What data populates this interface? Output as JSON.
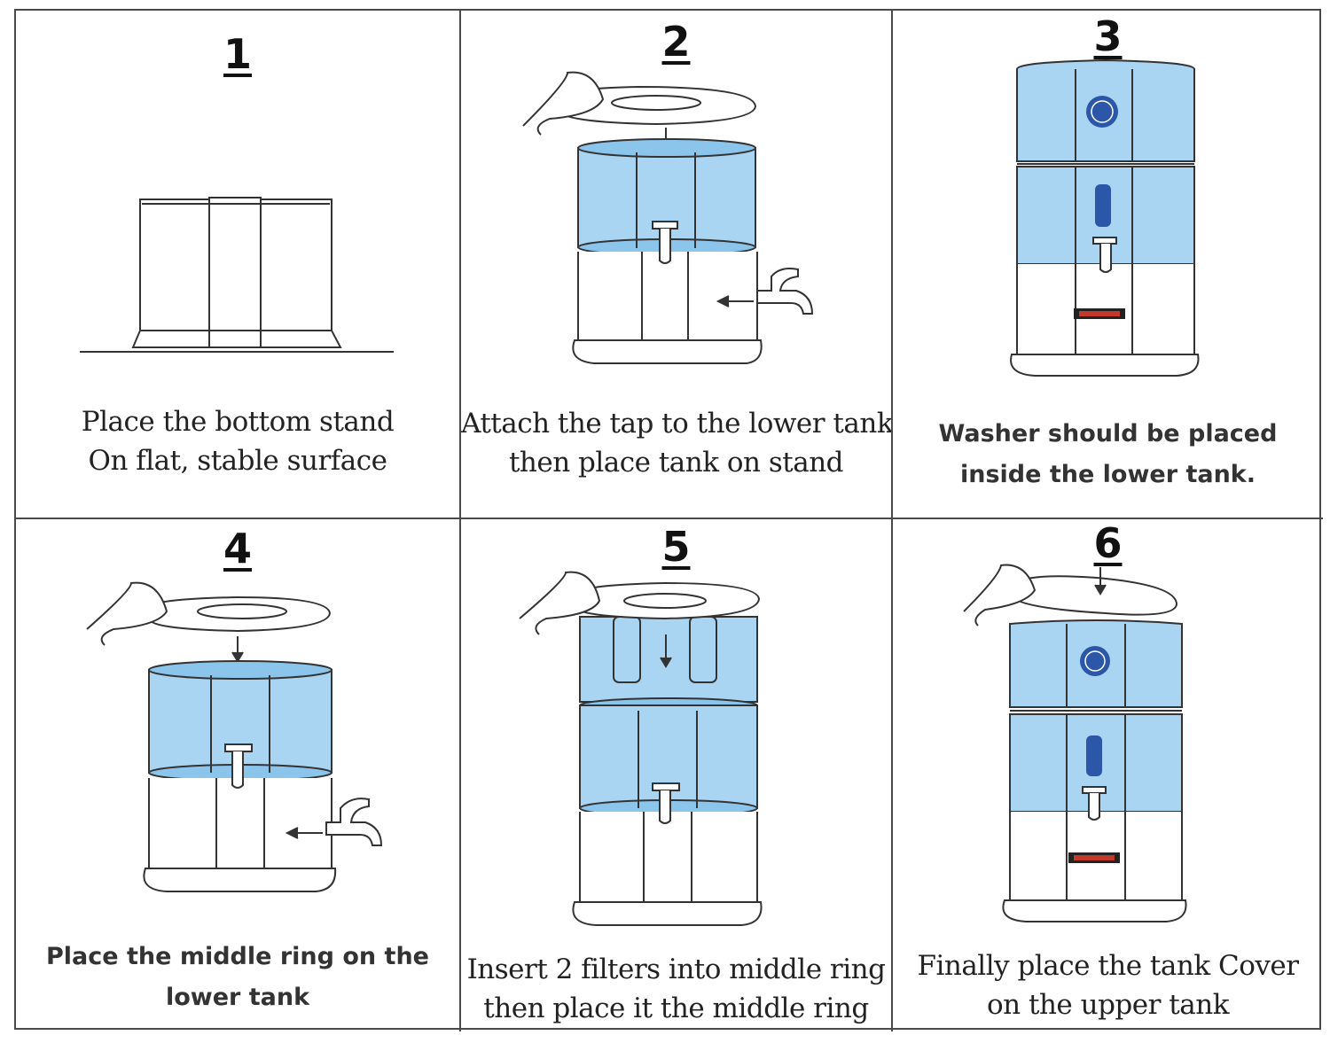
{
  "steps": [
    {
      "number": "1",
      "line1": "Place the bottom stand",
      "line2": "On flat, stable surface"
    },
    {
      "number": "2",
      "line1": "Attach the tap to the lower tank",
      "line2": "then place tank on stand"
    },
    {
      "number": "3",
      "line1": "Washer should be placed",
      "line2": "inside the lower tank."
    },
    {
      "number": "4",
      "line1": "Place the middle ring on the",
      "line2": "lower tank"
    },
    {
      "number": "5",
      "line1": "Insert 2 filters into middle ring",
      "line2": "then place it the middle ring"
    },
    {
      "number": "6",
      "line1": "Finally place the tank Cover",
      "line2": "on the upper tank"
    }
  ],
  "colors": {
    "water": "#a9d5f2",
    "water_dark": "#6fb3e3",
    "outline": "#333333"
  }
}
